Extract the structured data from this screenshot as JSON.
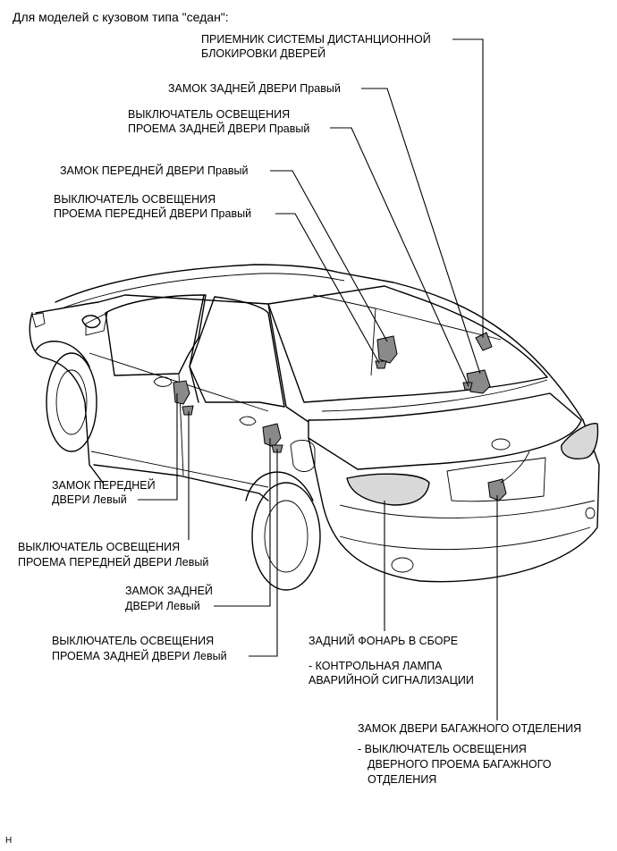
{
  "header": "Для моделей с кузовом типа \"седан\":",
  "footer_code": "H",
  "labels": {
    "receiver_1": "ПРИЕМНИК СИСТЕМЫ ДИСТАНЦИОННОЙ",
    "receiver_2": "БЛОКИРОВКИ ДВЕРЕЙ",
    "rr_door_lock": "ЗАМОК ЗАДНЕЙ ДВЕРИ  Правый",
    "rr_courtesy_1": "ВЫКЛЮЧАТЕЛЬ ОСВЕЩЕНИЯ",
    "rr_courtesy_2": "ПРОЕМА ЗАДНЕЙ ДВЕРИ  Правый",
    "fr_door_lock": "ЗАМОК ПЕРЕДНЕЙ ДВЕРИ  Правый",
    "fr_courtesy_1": "ВЫКЛЮЧАТЕЛЬ ОСВЕЩЕНИЯ",
    "fr_courtesy_2": "ПРОЕМА ПЕРЕДНЕЙ ДВЕРИ  Правый",
    "fl_door_lock_1": "ЗАМОК ПЕРЕДНЕЙ",
    "fl_door_lock_2": "ДВЕРИ  Левый",
    "fl_courtesy_1": "ВЫКЛЮЧАТЕЛЬ ОСВЕЩЕНИЯ",
    "fl_courtesy_2": "ПРОЕМА ПЕРЕДНЕЙ ДВЕРИ  Левый",
    "rl_door_lock_1": "ЗАМОК ЗАДНЕЙ",
    "rl_door_lock_2": "ДВЕРИ  Левый",
    "rl_courtesy_1": "ВЫКЛЮЧАТЕЛЬ ОСВЕЩЕНИЯ",
    "rl_courtesy_2": "ПРОЕМА ЗАДНЕЙ ДВЕРИ  Левый",
    "tail_lamp": "ЗАДНИЙ ФОНАРЬ В СБОРЕ",
    "hazard_1": "- КОНТРОЛЬНАЯ ЛАМПА",
    "hazard_2": "АВАРИЙНОЙ СИГНАЛИЗАЦИИ",
    "trunk_lock": "ЗАМОК ДВЕРИ БАГАЖНОГО ОТДЕЛЕНИЯ",
    "trunk_sw_1": "- ВЫКЛЮЧАТЕЛЬ ОСВЕЩЕНИЯ",
    "trunk_sw_2": "ДВЕРНОГО ПРОЕМА БАГАЖНОГО",
    "trunk_sw_3": "ОТДЕЛЕНИЯ"
  }
}
